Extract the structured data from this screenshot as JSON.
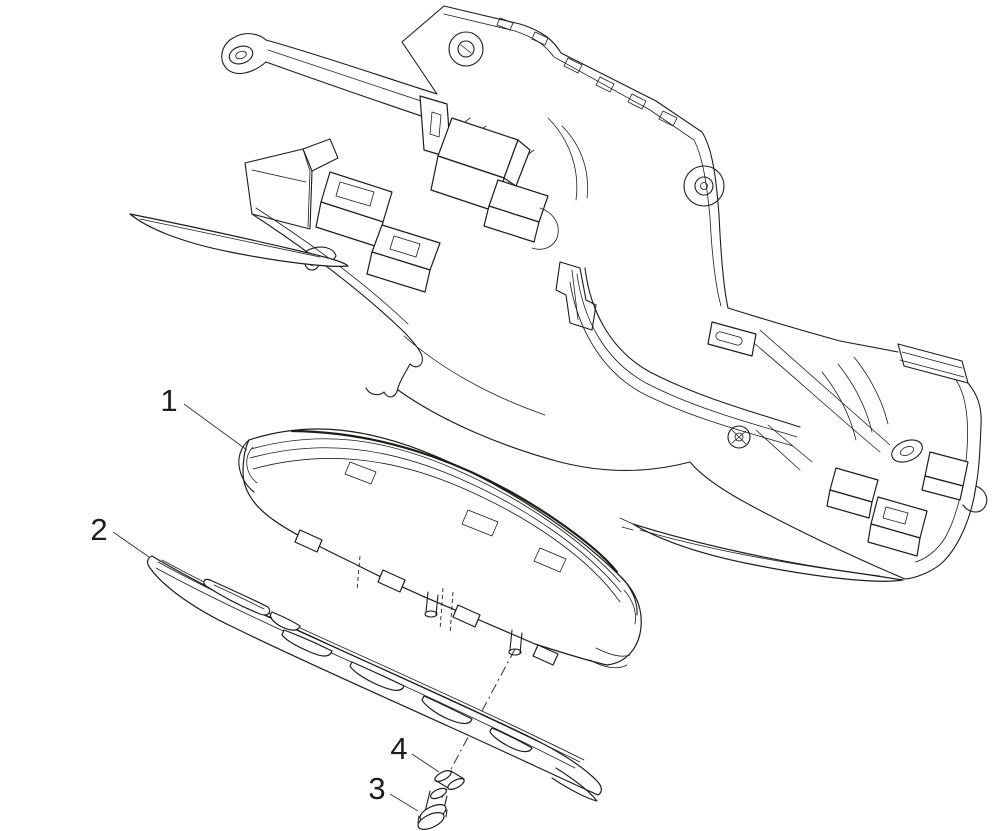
{
  "figure": {
    "type": "exploded-parts-diagram",
    "background_color": "#ffffff",
    "line_color": "#1d1d1b",
    "leader_line_color": "#3c3c3b",
    "callouts": [
      {
        "label": "1"
      },
      {
        "label": "2"
      },
      {
        "label": "3"
      },
      {
        "label": "4"
      }
    ]
  }
}
